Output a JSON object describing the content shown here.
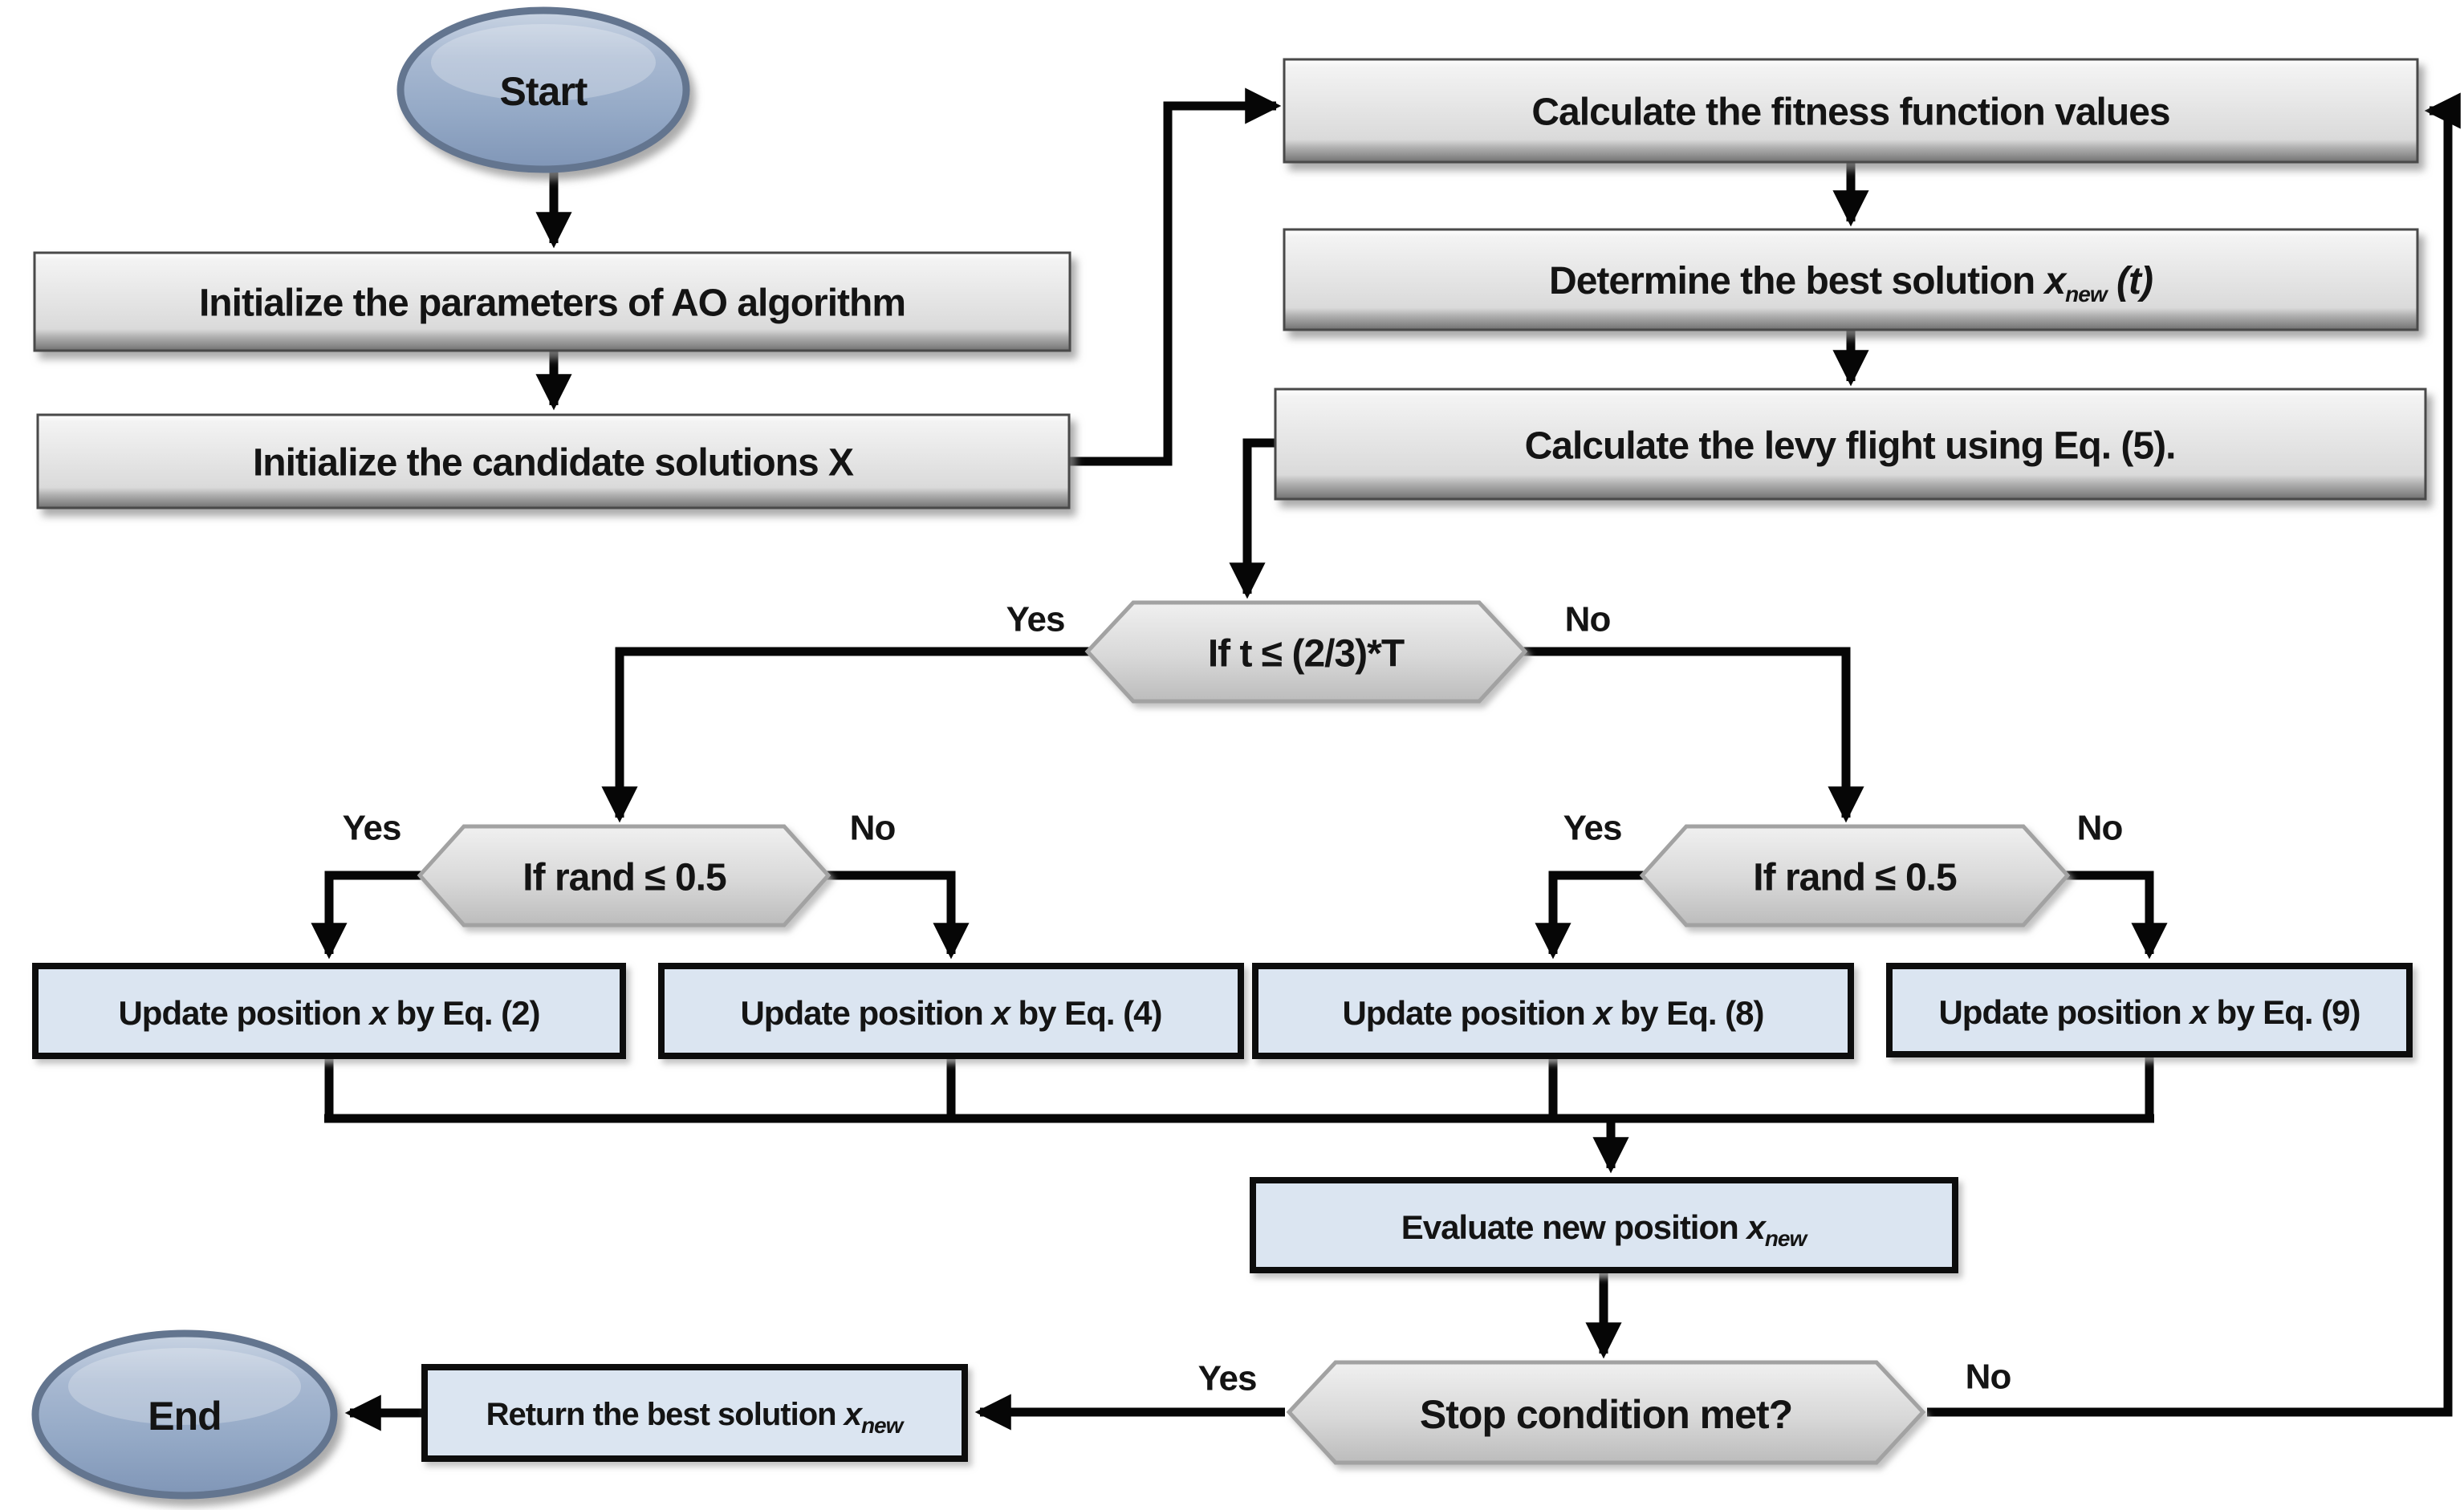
{
  "diagram": {
    "type": "flowchart",
    "subject": "AO (Aquila Optimizer) algorithm flowchart"
  },
  "colors": {
    "process_gray_fill": "#e2e2e2",
    "decision_gray_fill": "#d6d6d6",
    "update_blue_fill": "#dbe5f1",
    "terminal_blue_fill": "#94a9c6",
    "arrow_black": "#060606",
    "background": "#ffffff"
  },
  "labels": {
    "yes": "Yes",
    "no": "No"
  },
  "nodes": {
    "start": {
      "label": "Start"
    },
    "init_params": {
      "label": "Initialize the parameters of AO algorithm"
    },
    "init_candidates": {
      "label": "Initialize the candidate solutions X"
    },
    "fitness": {
      "label": "Calculate the fitness function values"
    },
    "determine": {
      "pre": "Determine the best solution ",
      "var": "x",
      "sub": "new",
      "post": " (t)"
    },
    "levy": {
      "label": "Calculate the levy flight using Eq. (5)."
    },
    "cond_time": {
      "label": "If t ≤ (2/3)*T"
    },
    "cond_rand_left": {
      "label": "If rand ≤ 0.5"
    },
    "cond_rand_right": {
      "label": "If rand ≤ 0.5"
    },
    "update_eq2": {
      "pre": "Update position ",
      "var": "x",
      "post": " by Eq. (2)"
    },
    "update_eq4": {
      "pre": "Update position ",
      "var": "x",
      "post": " by Eq. (4)"
    },
    "update_eq8": {
      "pre": "Update position ",
      "var": "x",
      "post": " by Eq. (8)"
    },
    "update_eq9": {
      "pre": "Update position ",
      "var": "x",
      "post": " by Eq. (9)"
    },
    "evaluate": {
      "pre": "Evaluate new position ",
      "var": "x",
      "sub": "new"
    },
    "stop": {
      "label": "Stop condition met?"
    },
    "return": {
      "pre": "Return the best solution ",
      "var": "x",
      "sub": "new"
    },
    "end": {
      "label": "End"
    }
  }
}
